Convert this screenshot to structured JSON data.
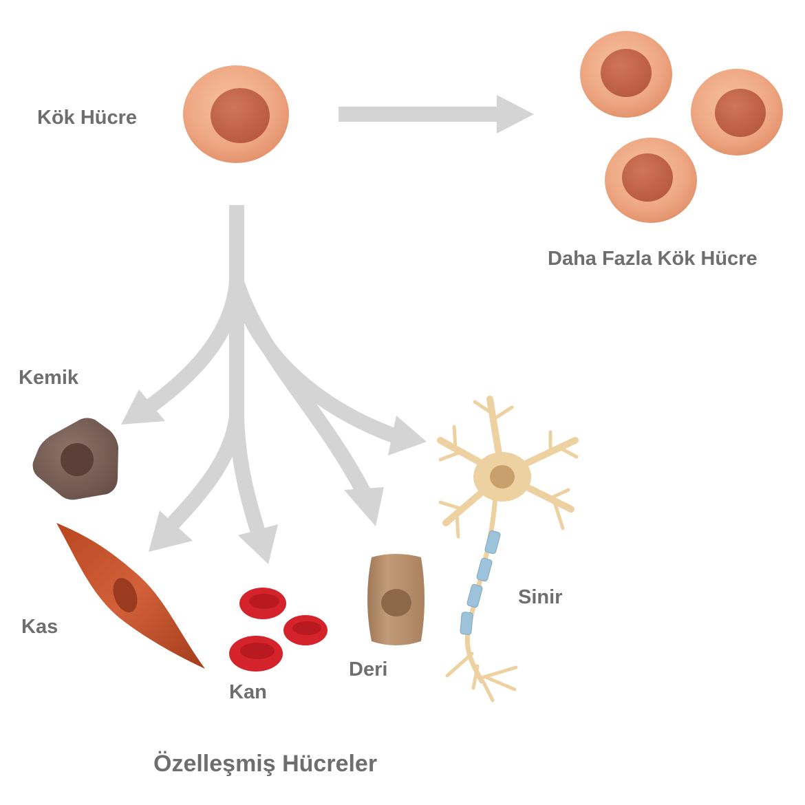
{
  "labels": {
    "stem_cell": "Kök Hücre",
    "more_stem_cells": "Daha Fazla Kök Hücre",
    "bone": "Kemik",
    "muscle": "Kas",
    "blood": "Kan",
    "skin": "Deri",
    "nerve": "Sinir",
    "specialized_cells": "Özelleşmiş Hücreler"
  },
  "colors": {
    "stem_outer": "#eea783",
    "stem_nucleus": "#c6694c",
    "arrow": "#d4d4d4",
    "bone": "#7b625a",
    "bone_nucleus": "#5a4038",
    "muscle": "#c9542e",
    "blood": "#d4232a",
    "skin": "#b58d6a",
    "nerve": "#eed1a1",
    "myelin": "#9cc3d9",
    "label_text": "#6e6e6e"
  }
}
